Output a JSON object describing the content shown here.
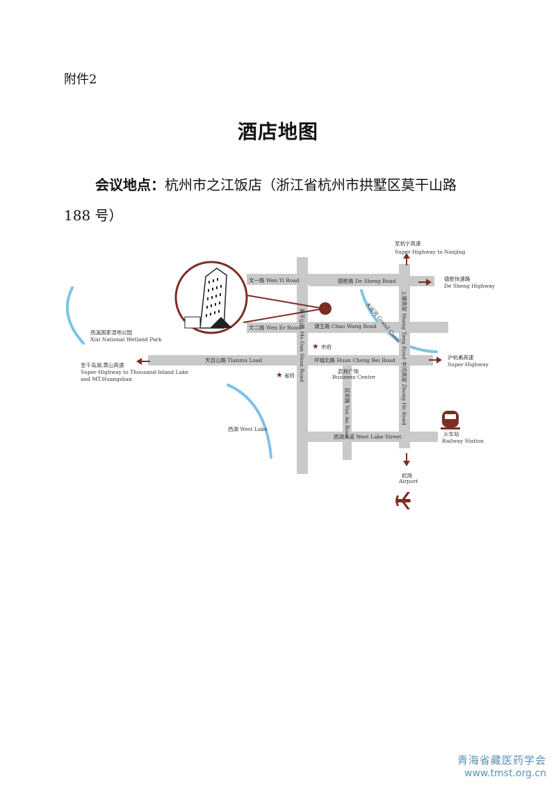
{
  "attachment": "附件2",
  "title": "酒店地图",
  "venue": {
    "label": "会议地点：",
    "line1": "杭州市之江饭店（浙江省杭州市拱墅区莫干山路",
    "line2": "188 号）"
  },
  "map": {
    "colors": {
      "road": "#c9c9c9",
      "accent": "#7a2e22",
      "water": "#7ec3e6"
    },
    "roads": {
      "wen_yi": "文一路  Wen Yi Road",
      "de_sheng": "德胜路  De Sheng Road",
      "wen_er": "文二路 Wen Er Road",
      "chao_wang": "潮王路  Chao Wang Road",
      "tianmu": "天目山路   Tianmu Load",
      "huan_cheng": "环城北路 Huan Cheng Bei Road",
      "west_lake_street": "西湖大道 West Lake Street",
      "mo_gan_shan": "莫干山路 Mo Gan Shan Road",
      "yan_an": "延安路 Yan An Road",
      "shang_tang": "上塘高架 Shang Tang Road",
      "zhong_he": "中河高架 Zhong He Road"
    },
    "labels": {
      "nanjing_cn": "至杭宁高速",
      "nanjing_en": "Super Highway to Nanjing",
      "desheng_hw_cn": "德胜快速路",
      "desheng_hw_en": "De Sheng Highway",
      "xixi_cn": "西溪国家湿地公园",
      "xixi_en": "Xixi National Wetland Park",
      "qiandao_cn": "至千岛湖,黄山高速",
      "qiandao_en1": "Super Highway to Thousand-Island Lake",
      "qiandao_en2": "and MT.Huangshan",
      "hangyong_cn": "沪杭甬高速",
      "hangyong_en": "Super Highway",
      "grand_canal": "大运河 Grand Canal",
      "city_gov": "市府",
      "prov_gov": "省府",
      "wulin_cn": "武林广场",
      "wulin_en": "Business Centre",
      "west_lake": "西湖 West Lake",
      "railway_cn": "火车站",
      "railway_en": "Railway Station",
      "airport_cn": "机场",
      "airport_en": "Airport"
    },
    "icons": [
      "hotel-building-icon",
      "hotel-marker-icon",
      "star-icon",
      "train-icon",
      "airplane-icon",
      "arrow-icon"
    ]
  },
  "watermark": {
    "line1": "青海省藏医药学会",
    "line2": "www.tmst.org.cn"
  }
}
